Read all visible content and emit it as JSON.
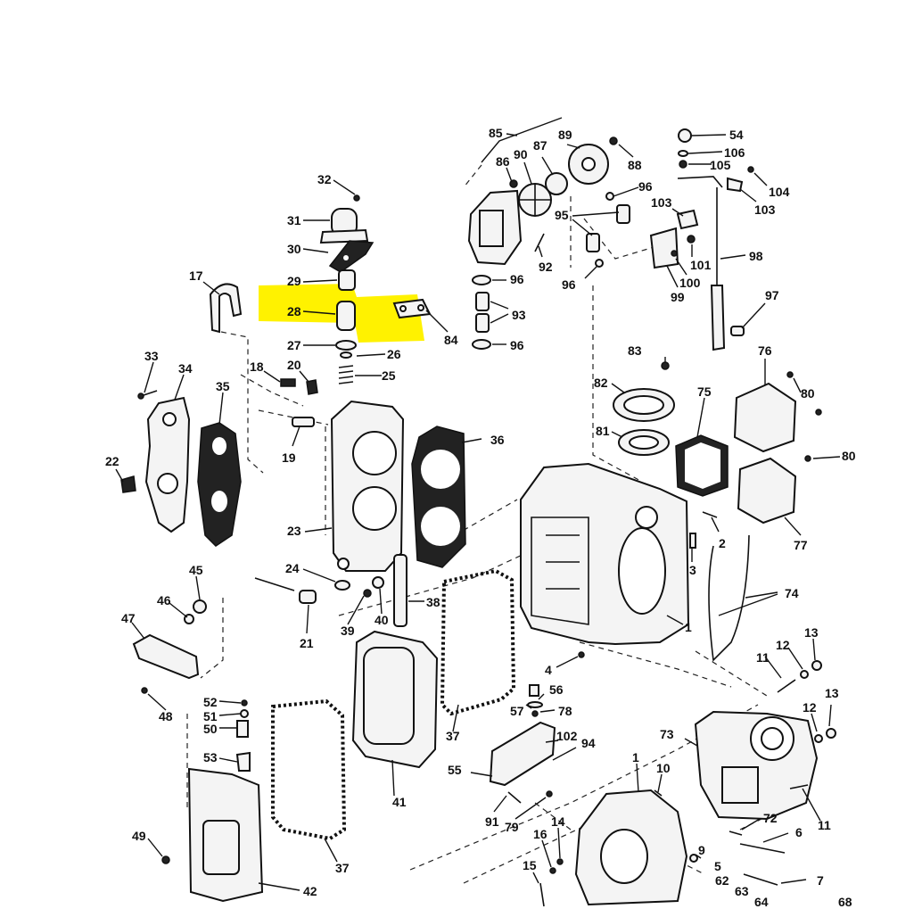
{
  "diagram": {
    "highlight_color": "#fff200",
    "labels": [
      {
        "id": "p1a",
        "text": "1"
      },
      {
        "id": "p1b",
        "text": "1"
      },
      {
        "id": "p2",
        "text": "2"
      },
      {
        "id": "p3",
        "text": "3"
      },
      {
        "id": "p4",
        "text": "4"
      },
      {
        "id": "p5",
        "text": "5"
      },
      {
        "id": "p6",
        "text": "6"
      },
      {
        "id": "p7",
        "text": "7"
      },
      {
        "id": "p9",
        "text": "9"
      },
      {
        "id": "p10",
        "text": "10"
      },
      {
        "id": "p11a",
        "text": "11"
      },
      {
        "id": "p11b",
        "text": "11"
      },
      {
        "id": "p12a",
        "text": "12"
      },
      {
        "id": "p12b",
        "text": "12"
      },
      {
        "id": "p13a",
        "text": "13"
      },
      {
        "id": "p13b",
        "text": "13"
      },
      {
        "id": "p14",
        "text": "14"
      },
      {
        "id": "p15",
        "text": "15"
      },
      {
        "id": "p16",
        "text": "16"
      },
      {
        "id": "p17",
        "text": "17"
      },
      {
        "id": "p18",
        "text": "18"
      },
      {
        "id": "p19",
        "text": "19"
      },
      {
        "id": "p20",
        "text": "20"
      },
      {
        "id": "p21",
        "text": "21"
      },
      {
        "id": "p22",
        "text": "22"
      },
      {
        "id": "p23",
        "text": "23"
      },
      {
        "id": "p24",
        "text": "24"
      },
      {
        "id": "p25",
        "text": "25"
      },
      {
        "id": "p26",
        "text": "26"
      },
      {
        "id": "p27",
        "text": "27"
      },
      {
        "id": "p28",
        "text": "28"
      },
      {
        "id": "p29",
        "text": "29"
      },
      {
        "id": "p30",
        "text": "30"
      },
      {
        "id": "p31",
        "text": "31"
      },
      {
        "id": "p32",
        "text": "32"
      },
      {
        "id": "p33",
        "text": "33"
      },
      {
        "id": "p34",
        "text": "34"
      },
      {
        "id": "p35",
        "text": "35"
      },
      {
        "id": "p36",
        "text": "36"
      },
      {
        "id": "p37a",
        "text": "37"
      },
      {
        "id": "p37b",
        "text": "37"
      },
      {
        "id": "p38",
        "text": "38"
      },
      {
        "id": "p39",
        "text": "39"
      },
      {
        "id": "p40",
        "text": "40"
      },
      {
        "id": "p41",
        "text": "41"
      },
      {
        "id": "p42",
        "text": "42"
      },
      {
        "id": "p45",
        "text": "45"
      },
      {
        "id": "p46",
        "text": "46"
      },
      {
        "id": "p47",
        "text": "47"
      },
      {
        "id": "p48",
        "text": "48"
      },
      {
        "id": "p49",
        "text": "49"
      },
      {
        "id": "p50",
        "text": "50"
      },
      {
        "id": "p51",
        "text": "51"
      },
      {
        "id": "p52",
        "text": "52"
      },
      {
        "id": "p53",
        "text": "53"
      },
      {
        "id": "p54",
        "text": "54"
      },
      {
        "id": "p55",
        "text": "55"
      },
      {
        "id": "p56",
        "text": "56"
      },
      {
        "id": "p57",
        "text": "57"
      },
      {
        "id": "p62",
        "text": "62"
      },
      {
        "id": "p63",
        "text": "63"
      },
      {
        "id": "p64",
        "text": "64"
      },
      {
        "id": "p68",
        "text": "68"
      },
      {
        "id": "p72",
        "text": "72"
      },
      {
        "id": "p73",
        "text": "73"
      },
      {
        "id": "p74",
        "text": "74"
      },
      {
        "id": "p75",
        "text": "75"
      },
      {
        "id": "p76",
        "text": "76"
      },
      {
        "id": "p77",
        "text": "77"
      },
      {
        "id": "p78",
        "text": "78"
      },
      {
        "id": "p79",
        "text": "79"
      },
      {
        "id": "p80a",
        "text": "80"
      },
      {
        "id": "p80b",
        "text": "80"
      },
      {
        "id": "p81",
        "text": "81"
      },
      {
        "id": "p82",
        "text": "82"
      },
      {
        "id": "p83",
        "text": "83"
      },
      {
        "id": "p84",
        "text": "84"
      },
      {
        "id": "p85",
        "text": "85"
      },
      {
        "id": "p86",
        "text": "86"
      },
      {
        "id": "p87",
        "text": "87"
      },
      {
        "id": "p88",
        "text": "88"
      },
      {
        "id": "p89",
        "text": "89"
      },
      {
        "id": "p90",
        "text": "90"
      },
      {
        "id": "p91",
        "text": "91"
      },
      {
        "id": "p92",
        "text": "92"
      },
      {
        "id": "p93",
        "text": "93"
      },
      {
        "id": "p94",
        "text": "94"
      },
      {
        "id": "p95",
        "text": "95"
      },
      {
        "id": "p96a",
        "text": "96"
      },
      {
        "id": "p96b",
        "text": "96"
      },
      {
        "id": "p96c",
        "text": "96"
      },
      {
        "id": "p96d",
        "text": "96"
      },
      {
        "id": "p97",
        "text": "97"
      },
      {
        "id": "p98",
        "text": "98"
      },
      {
        "id": "p99",
        "text": "99"
      },
      {
        "id": "p100",
        "text": "100"
      },
      {
        "id": "p101",
        "text": "101"
      },
      {
        "id": "p102",
        "text": "102"
      },
      {
        "id": "p103a",
        "text": "103"
      },
      {
        "id": "p103b",
        "text": "103"
      },
      {
        "id": "p104",
        "text": "104"
      },
      {
        "id": "p105",
        "text": "105"
      },
      {
        "id": "p106",
        "text": "106"
      }
    ]
  }
}
